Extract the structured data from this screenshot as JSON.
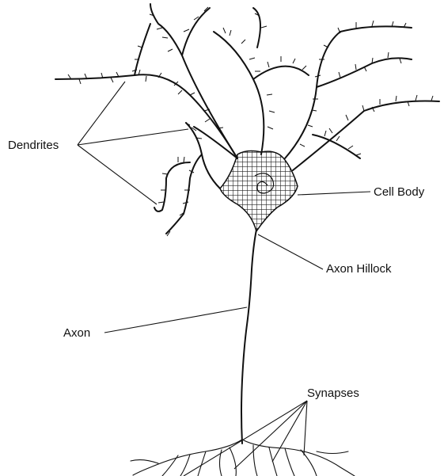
{
  "diagram": {
    "labels": {
      "dendrites": "Dendrites",
      "cell_body": "Cell Body",
      "axon_hillock": "Axon Hillock",
      "axon": "Axon",
      "synapses": "Synapses"
    }
  }
}
